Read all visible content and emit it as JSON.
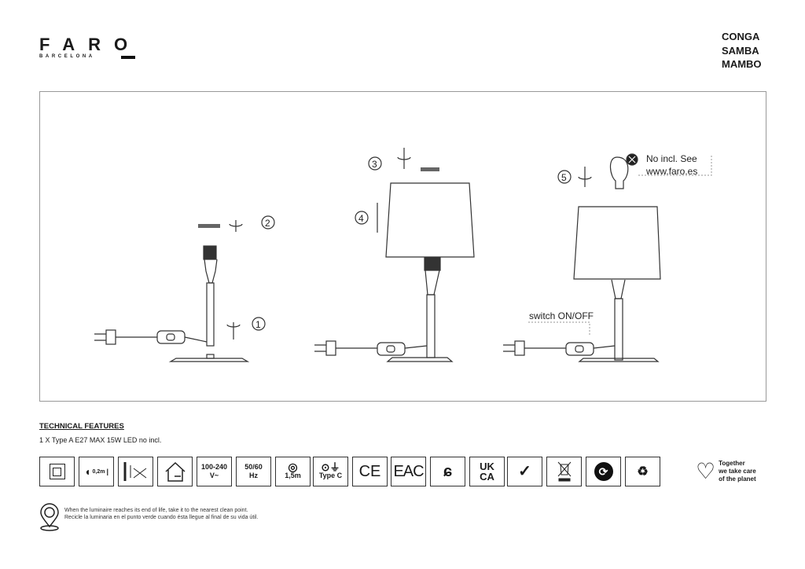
{
  "brand": {
    "name": "FARO",
    "sub": "BARCELONA"
  },
  "models": [
    "CONGA",
    "SAMBA",
    "MAMBO"
  ],
  "diagram": {
    "steps": [
      "1",
      "2",
      "3",
      "4",
      "5"
    ],
    "bulb_note_line1": "No incl. See",
    "bulb_note_line2": "www.faro.es",
    "switch_label": "switch ON/OFF"
  },
  "technical": {
    "title": "TECHNICAL FEATURES",
    "text": "1 X Type A E27 MAX 15W LED no incl."
  },
  "icons": [
    {
      "name": "class-ii-icon"
    },
    {
      "name": "distance-icon",
      "text": "0,2m"
    },
    {
      "name": "no-cover-icon"
    },
    {
      "name": "indoor-icon"
    },
    {
      "name": "voltage-icon",
      "line1": "100-240",
      "line2": "V~"
    },
    {
      "name": "frequency-icon",
      "line1": "50/60",
      "line2": "Hz"
    },
    {
      "name": "cable-icon",
      "text": "1,5m"
    },
    {
      "name": "plug-type-icon",
      "text": "Type C"
    },
    {
      "name": "ce-icon",
      "text": "CE"
    },
    {
      "name": "eac-icon",
      "text": "EAC"
    },
    {
      "name": "ukca-icon",
      "line1": "UK",
      "line2": "CA"
    }
  ],
  "eco": {
    "line1": "Together",
    "line2": "we take care",
    "line3": "of the planet"
  },
  "recycle": {
    "line1": "When the luminaire reaches its end of life, take it to the nearest clean point.",
    "line2": "Recicle la luminaria en el punto verde cuando ésta llegue al final de su vida útil."
  }
}
